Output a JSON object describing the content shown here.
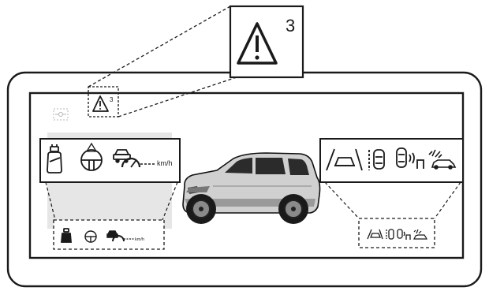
{
  "callout": {
    "symbol": "warning-triangle",
    "superscript": "3"
  },
  "cluster": {
    "small_warning_superscript": "3",
    "left_panel": {
      "unit": "km/h",
      "icons": [
        "seat-belt-icon",
        "steering-wheel-icon",
        "speedometer-car-icon"
      ]
    },
    "left_zoom": {
      "unit": "km/h"
    },
    "right_panel": {
      "icons": [
        "lane-departure-icon",
        "lane-keep-icon",
        "parking-sensor-icon",
        "collision-warning-icon"
      ]
    }
  },
  "colors": {
    "line": "#1a1a1a",
    "shade": "#e6e6e6"
  }
}
